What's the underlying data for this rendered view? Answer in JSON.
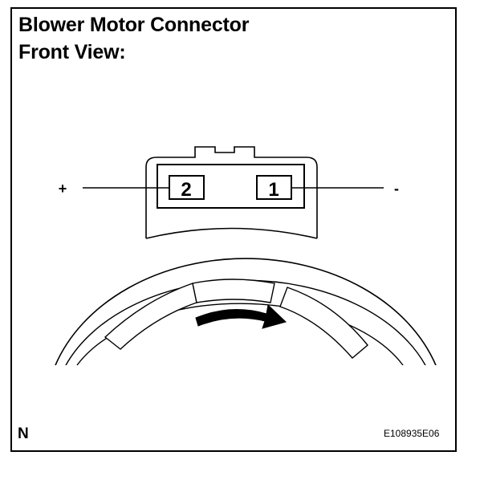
{
  "title": {
    "line1": "Blower Motor Connector",
    "line2": "Front View:"
  },
  "connector": {
    "terminals": [
      {
        "number": "2",
        "polarity": "+"
      },
      {
        "number": "1",
        "polarity": "-"
      }
    ]
  },
  "corner_label": "N",
  "figure_code": "E108935E06",
  "colors": {
    "line": "#000000",
    "background": "#ffffff"
  },
  "icons": {
    "rotation_arrow": "curved-arrow-right"
  }
}
